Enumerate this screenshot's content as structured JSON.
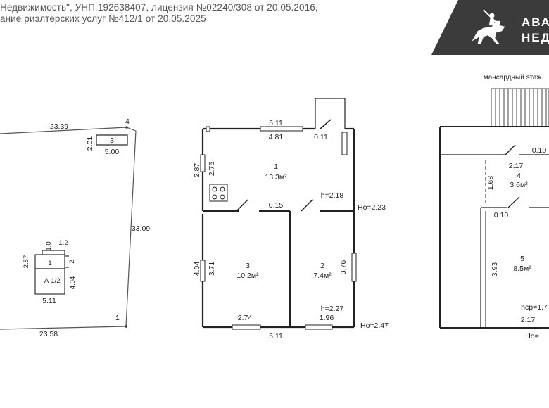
{
  "header": {
    "line1": "Недвижимость\", УНП 192638407, лицензия №02240/308 от 20.05.2016,",
    "line2": "ание риэлтерских услуг №412/1 от 20.05.2025"
  },
  "logo": {
    "text_line1": "АВАН",
    "text_line2": "НЕДВ",
    "banner_color": "#3b3b3b",
    "icon": "knight-on-horse-icon"
  },
  "site_plan": {
    "top_length": "23.39",
    "bottom_length": "23.58",
    "right_length": "33.09",
    "corner_top": "4",
    "corner_bottom": "1",
    "outbuilding": {
      "number": "3",
      "depth": "2.01",
      "width": "5.00"
    },
    "house": {
      "block_1": "1",
      "block_2": "А",
      "block_2_sub": "1/2",
      "side_left": "2.57",
      "side_right": "4.04",
      "top_a": "1.0",
      "top_b": "1.2",
      "bottom_width": "5.11",
      "small_a": "2"
    }
  },
  "ground_floor": {
    "outer_top": "5.11",
    "outer_bottom": "5.11",
    "outer_left_top": "2.87",
    "outer_left_bottom": "4.04",
    "room1": {
      "number": "1",
      "area": "13.3м²",
      "width": "4.81",
      "height": "2.76"
    },
    "room2": {
      "number": "2",
      "area": "7.4м²",
      "width": "1.96",
      "height": "3.76"
    },
    "room3": {
      "number": "3",
      "area": "10.2м²",
      "width": "2.74",
      "height": "3.71"
    },
    "porch_gap": "0.11",
    "wall_gap": "0.15",
    "h_top": "h=2.18",
    "ho_top": "Ho=2.23",
    "h_bottom": "h=2.27",
    "ho_bottom": "Ho=2.47"
  },
  "attic_floor": {
    "title": "мансардный этаж",
    "room4": {
      "number": "4",
      "area": "3.6м²",
      "width": "2.17",
      "height": "1.68"
    },
    "room5": {
      "number": "5",
      "area": "8.5м²",
      "width": "2.17",
      "height": "3.93"
    },
    "gap_top": "0.10",
    "gap_mid": "0.10",
    "hcp": "hср=1.7",
    "ho": "Ho="
  }
}
